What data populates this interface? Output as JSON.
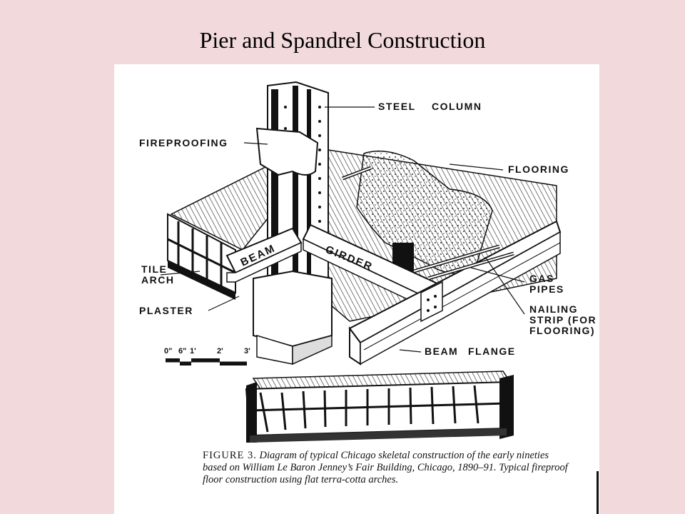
{
  "slide": {
    "title": "Pier and Spandrel Construction"
  },
  "diagram": {
    "labels": {
      "steel": "STEEL",
      "column": "COLUMN",
      "fireproofing": "FIREPROOFING",
      "flooring": "FLOORING",
      "beam": "BEAM",
      "girder": "GIRDER",
      "tile": "TILE",
      "arch": "ARCH",
      "plaster": "PLASTER",
      "gas": "GAS",
      "pipes": "PIPES",
      "nailing_strip_1": "NAILING",
      "nailing_strip_2": "STRIP (FOR",
      "nailing_strip_3": "FLOORING)",
      "beam_flange_1": "BEAM",
      "beam_flange_2": "FLANGE"
    },
    "scale": {
      "ticks": [
        "0\"",
        "6\"",
        "1'",
        "2'",
        "3'"
      ]
    }
  },
  "caption": {
    "figure_label": "FIGURE 3.",
    "text": "Diagram of typical Chicago skeletal construction of the early nineties based on William Le Baron Jenney’s Fair Building, Chicago, 1890–91. Typical fireproof floor construction using flat terra-cotta arches."
  }
}
